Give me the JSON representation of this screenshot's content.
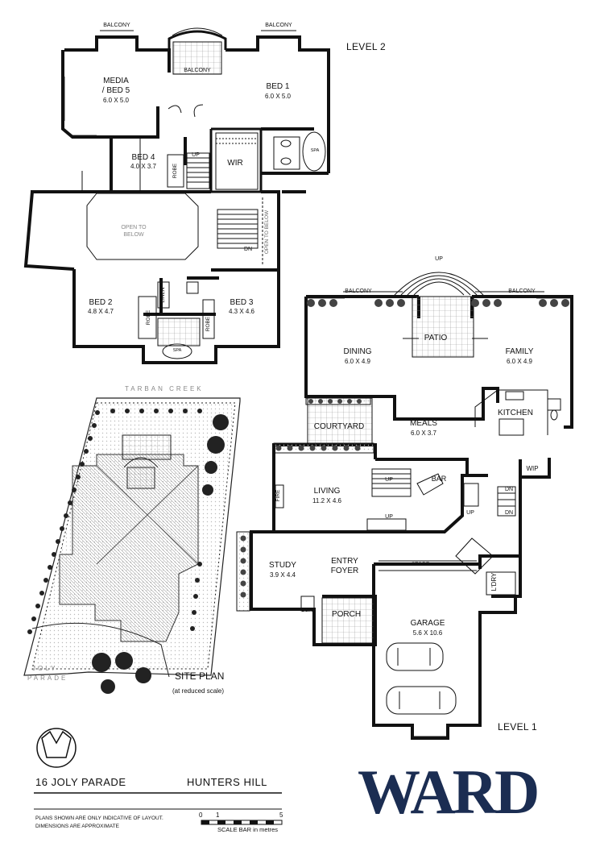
{
  "levels": {
    "level2": "LEVEL 2",
    "level1": "LEVEL 1"
  },
  "level2": {
    "balcony_left": "BALCONY",
    "balcony_right": "BALCONY",
    "balcony_center": "BALCONY",
    "media_name_1": "MEDIA",
    "media_name_2": "/ BED 5",
    "media_dim": "6.0 X 5.0",
    "bed1_name": "BED 1",
    "bed1_dim": "6.0 X 5.0",
    "bed4_name": "BED 4",
    "bed4_dim": "4.0 X 3.7",
    "robe": "ROBE",
    "up": "UP",
    "wir": "WIR",
    "spa": "SPA",
    "open_below_1": "OPEN TO",
    "open_below_2": "BELOW",
    "open_below_vert": "OPEN TO BELOW",
    "dn": "DN",
    "linen": "LINEN",
    "bed2_name": "BED 2",
    "bed2_dim": "4.8 X 4.7",
    "bed3_name": "BED 3",
    "bed3_dim": "4.3 X 4.6"
  },
  "level1": {
    "up_top": "UP",
    "balcony_left": "BALCONY",
    "balcony_right": "BALCONY",
    "patio": "PATIO",
    "dining_name": "DINING",
    "dining_dim": "6.0 X 4.9",
    "family_name": "FAMILY",
    "family_dim": "6.0 X 4.9",
    "kitchen": "KITCHEN",
    "courtyard": "COURTYARD",
    "meals_name": "MEALS",
    "meals_dim": "6.0 X 3.7",
    "wip": "WIP",
    "up": "UP",
    "bar": "BAR",
    "dn": "DN",
    "fire": "FIRE",
    "living_name": "LIVING",
    "living_dim": "11.2 X 4.6",
    "study_name": "STUDY",
    "study_dim": "3.9 X 4.4",
    "entry_1": "ENTRY",
    "entry_2": "FOYER",
    "store": "STORE",
    "ldry": "L'DRY",
    "cup": "CUP.",
    "porch": "PORCH",
    "garage_name": "GARAGE",
    "garage_dim": "5.6 X 10.6"
  },
  "site": {
    "creek": "TARBAN CREEK",
    "street_1": "JOLY",
    "street_2": "PARADE",
    "title": "SITE PLAN",
    "subtitle": "(at reduced scale)"
  },
  "footer": {
    "address": "16 JOLY PARADE",
    "suburb": "HUNTERS HILL",
    "disclaimer_1": "PLANS SHOWN ARE ONLY INDICATIVE OF LAYOUT.",
    "disclaimer_2": "DIMENSIONS ARE APPROXIMATE",
    "scale_0": "0",
    "scale_1": "1",
    "scale_5": "5",
    "scale_caption": "SCALE BAR in metres",
    "brand": "WARD"
  }
}
